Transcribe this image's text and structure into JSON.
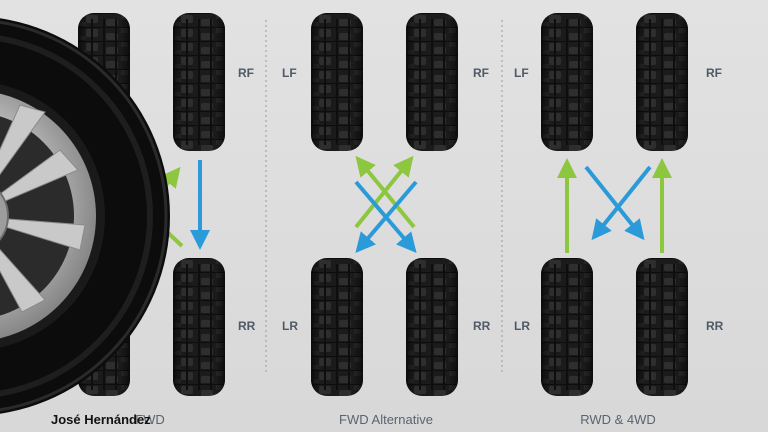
{
  "panels": [
    {
      "caption": "FWD",
      "labels": {
        "rf": "RF",
        "rr": "RR"
      }
    },
    {
      "caption": "FWD Alternative",
      "labels": {
        "lf": "LF",
        "rf": "RF",
        "lr": "LR",
        "rr": "RR"
      }
    },
    {
      "caption": "RWD & 4WD",
      "labels": {
        "lf": "LF",
        "rf": "RF",
        "lr": "LR",
        "rr": "RR"
      }
    }
  ],
  "credit": "José Hernández",
  "colors": {
    "background": "#dcdcdc",
    "green_arrow": "#8dc63f",
    "blue_arrow": "#2b9ad8",
    "label_text": "#4f5a66",
    "tire": "#1c1c1c"
  },
  "icons": [
    "tire-icon",
    "wheel-overlay-icon",
    "arrow-icon"
  ]
}
